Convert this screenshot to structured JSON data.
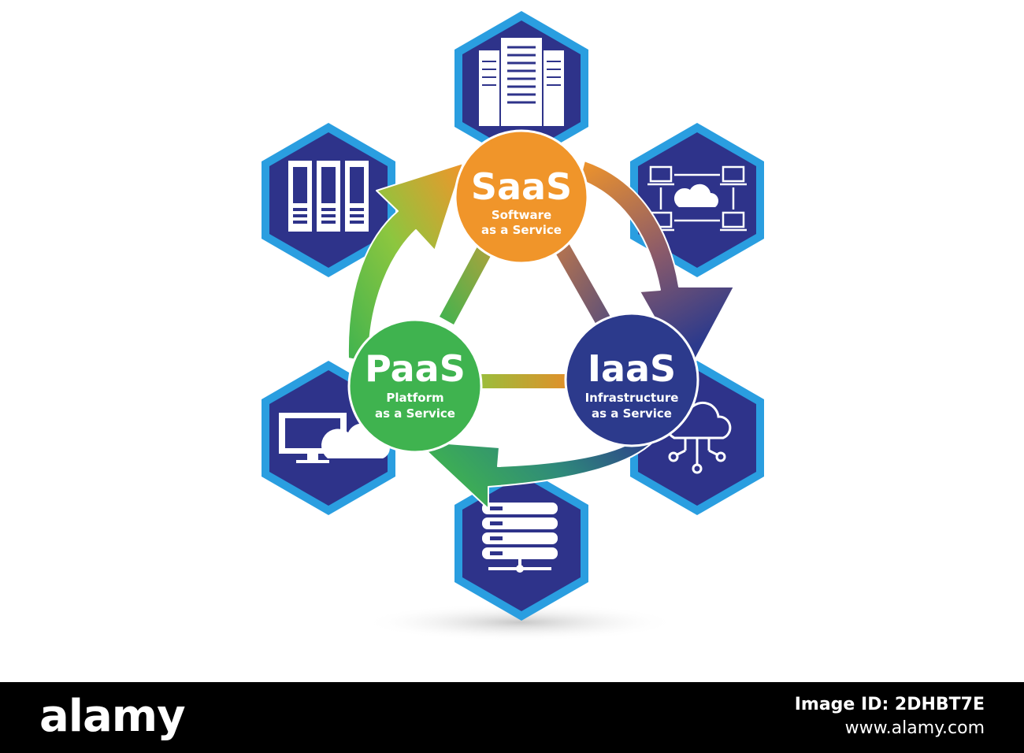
{
  "diagram": {
    "nodes": [
      {
        "id": "saas",
        "title": "SaaS",
        "line1": "Software",
        "line2": "as a Service",
        "color": "#f0952a"
      },
      {
        "id": "iaas",
        "title": "IaaS",
        "line1": "Infrastructure",
        "line2": "as a Service",
        "color": "#2c3a8c"
      },
      {
        "id": "paas",
        "title": "PaaS",
        "line1": "Platform",
        "line2": "as a Service",
        "color": "#3fb34f"
      }
    ],
    "hexagons": [
      {
        "icon": "server-tower-icon"
      },
      {
        "icon": "cloud-network-icon"
      },
      {
        "icon": "cloud-circuit-icon"
      },
      {
        "icon": "database-server-icon"
      },
      {
        "icon": "monitor-cloud-icon"
      },
      {
        "icon": "server-rack-icon"
      }
    ],
    "colors": {
      "hex_fill": "#2e338a",
      "hex_border": "#2a9ee0",
      "orange": "#f0952a",
      "green": "#3fb34f",
      "navy": "#2c3a8c"
    }
  },
  "watermark": {
    "brand": "alamy",
    "image_id": "Image ID: 2DHBT7E",
    "site": "www.alamy.com"
  }
}
